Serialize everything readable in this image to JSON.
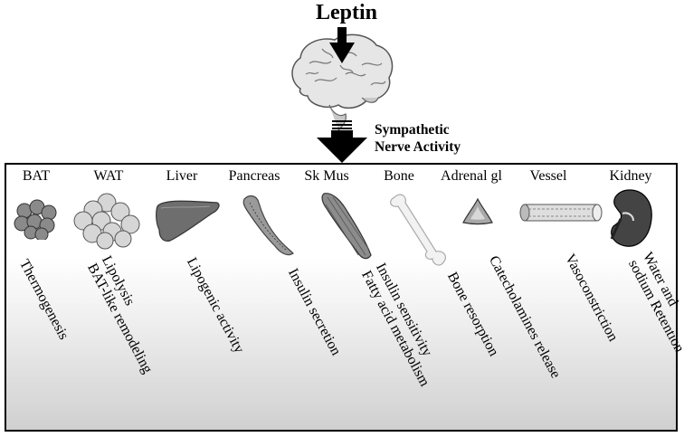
{
  "diagram": {
    "title": "Leptin",
    "nerve_label_line1": "Sympathetic",
    "nerve_label_line2": "Nerve Activity"
  },
  "organs": [
    {
      "name": "BAT",
      "effects": [
        "Thermogenesis"
      ]
    },
    {
      "name": "WAT",
      "effects": [
        "Lipolysis",
        "BAT-like remodeling"
      ]
    },
    {
      "name": "Liver",
      "effects": [
        "Lipogenic activity"
      ]
    },
    {
      "name": "Pancreas",
      "effects": [
        "Insulin secretion"
      ]
    },
    {
      "name": "Sk Mus",
      "effects": [
        "Insulin sensitivity",
        "Fatty acid metabolism"
      ]
    },
    {
      "name": "Bone",
      "effects": [
        "Bone resorption"
      ]
    },
    {
      "name": "Adrenal gl",
      "effects": [
        "Catecholamines release"
      ]
    },
    {
      "name": "Vessel",
      "effects": [
        "Vasoconstriction"
      ]
    },
    {
      "name": "Kidney",
      "effects": [
        "Water and",
        "sodium Retention"
      ]
    }
  ],
  "icons": [
    "fat-cluster-icon",
    "fat-cells-icon",
    "liver-icon",
    "pancreas-icon",
    "muscle-icon",
    "bone-icon",
    "adrenal-gland-icon",
    "blood-vessel-icon",
    "kidney-icon",
    "brain-icon"
  ]
}
